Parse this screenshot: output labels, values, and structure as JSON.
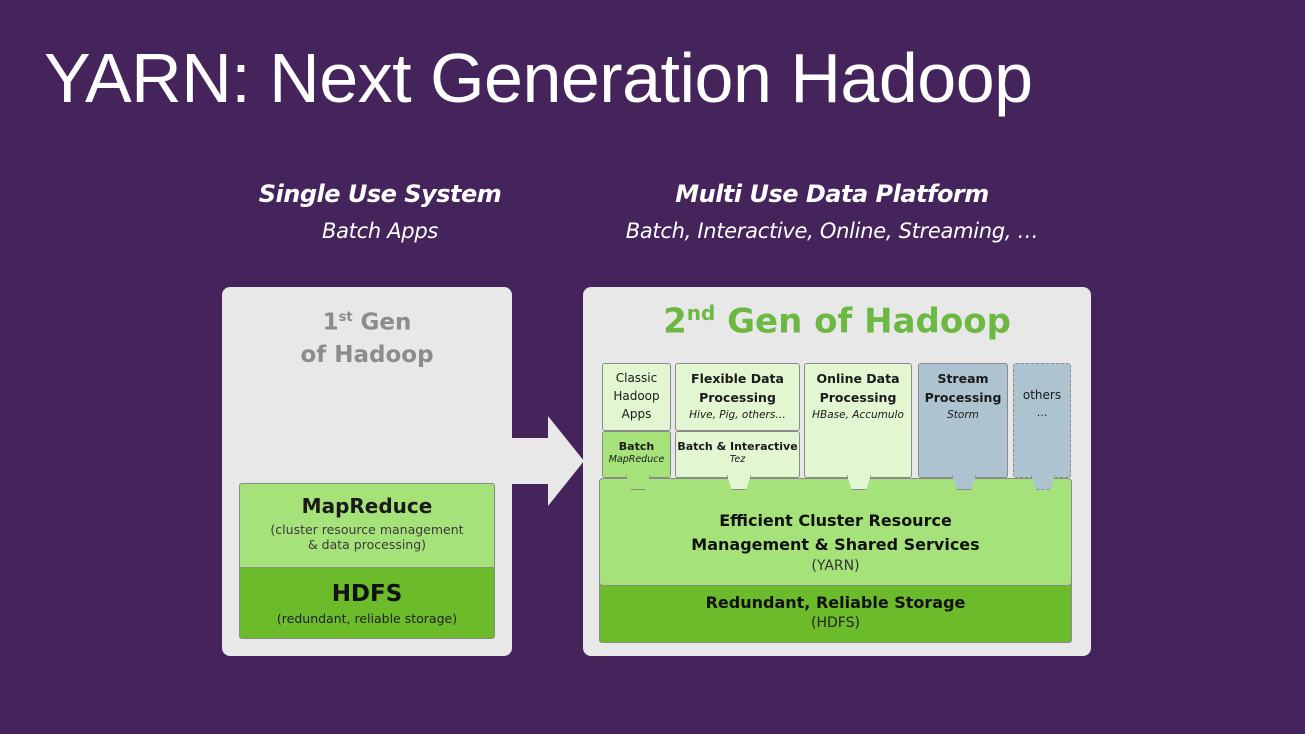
{
  "slide": {
    "title": "YARN: Next Generation Hadoop"
  },
  "left": {
    "heading": "Single Use System",
    "subheading": "Batch Apps",
    "gen_title_line1_a": "1",
    "gen_title_line1_sup": "st",
    "gen_title_line1_b": " Gen",
    "gen_title_line2": "of Hadoop",
    "mapreduce": {
      "title": "MapReduce",
      "desc_line1": "(cluster resource management",
      "desc_line2": "& data processing)"
    },
    "hdfs": {
      "title": "HDFS",
      "desc": "(redundant, reliable storage)"
    }
  },
  "right": {
    "heading": "Multi Use Data Platform",
    "subheading": "Batch, Interactive, Online, Streaming, …",
    "gen_title_a": "2",
    "gen_title_sup": "nd",
    "gen_title_b": " Gen of Hadoop",
    "apps": [
      {
        "line1": "Classic",
        "line2": "Hadoop",
        "line3": "Apps"
      },
      {
        "line1": "Flexible Data",
        "line2": "Processing",
        "sub": "Hive, Pig, others…"
      },
      {
        "line1": "Online Data",
        "line2": "Processing",
        "sub": "HBase, Accumulo"
      },
      {
        "line1": "Stream",
        "line2": "Processing",
        "sub": "Storm"
      },
      {
        "line1": "others",
        "sub": "…"
      }
    ],
    "engines": [
      {
        "label": "Batch",
        "sub": "MapReduce"
      },
      {
        "label": "Batch & Interactive",
        "sub": "Tez"
      }
    ],
    "yarn": {
      "line1": "Efficient Cluster Resource",
      "line2": "Management & Shared Services",
      "line3": "(YARN)"
    },
    "storage": {
      "line1": "Redundant, Reliable Storage",
      "line2": "(HDFS)"
    }
  },
  "colors": {
    "background": "#45235b",
    "panel": "#e8e8e8",
    "light_green": "#a6e27a",
    "dark_green": "#6cbb2b",
    "pale_green": "#e3f6d2",
    "blue_grey": "#adc3d0",
    "gen2_accent": "#6cb842"
  }
}
